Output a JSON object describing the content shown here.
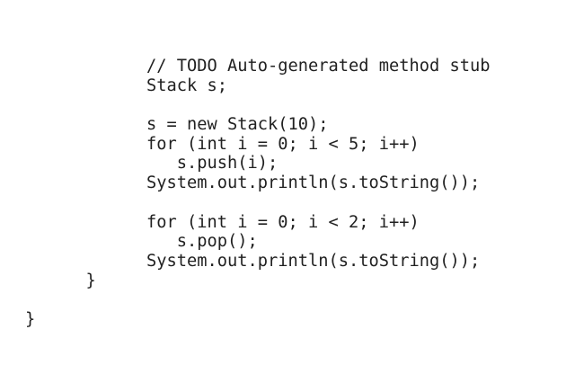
{
  "page": {
    "background_color": "#ffffff",
    "text_color": "#212121"
  },
  "code_block": {
    "language": "java",
    "lines": [
      {
        "text": "            // TODO Auto-generated method stub"
      },
      {
        "text": "            Stack s;"
      },
      {
        "text": ""
      },
      {
        "text": "            s = new Stack(10);"
      },
      {
        "text": "            for (int i = 0; i < 5; i++)"
      },
      {
        "text": "               s.push(i);"
      },
      {
        "text": "            System.out.println(s.toString());"
      },
      {
        "text": ""
      },
      {
        "text": "            for (int i = 0; i < 2; i++)"
      },
      {
        "text": "               s.pop();"
      },
      {
        "text": "            System.out.println(s.toString());"
      },
      {
        "text": "      }"
      },
      {
        "text": ""
      },
      {
        "text": "}"
      }
    ]
  }
}
